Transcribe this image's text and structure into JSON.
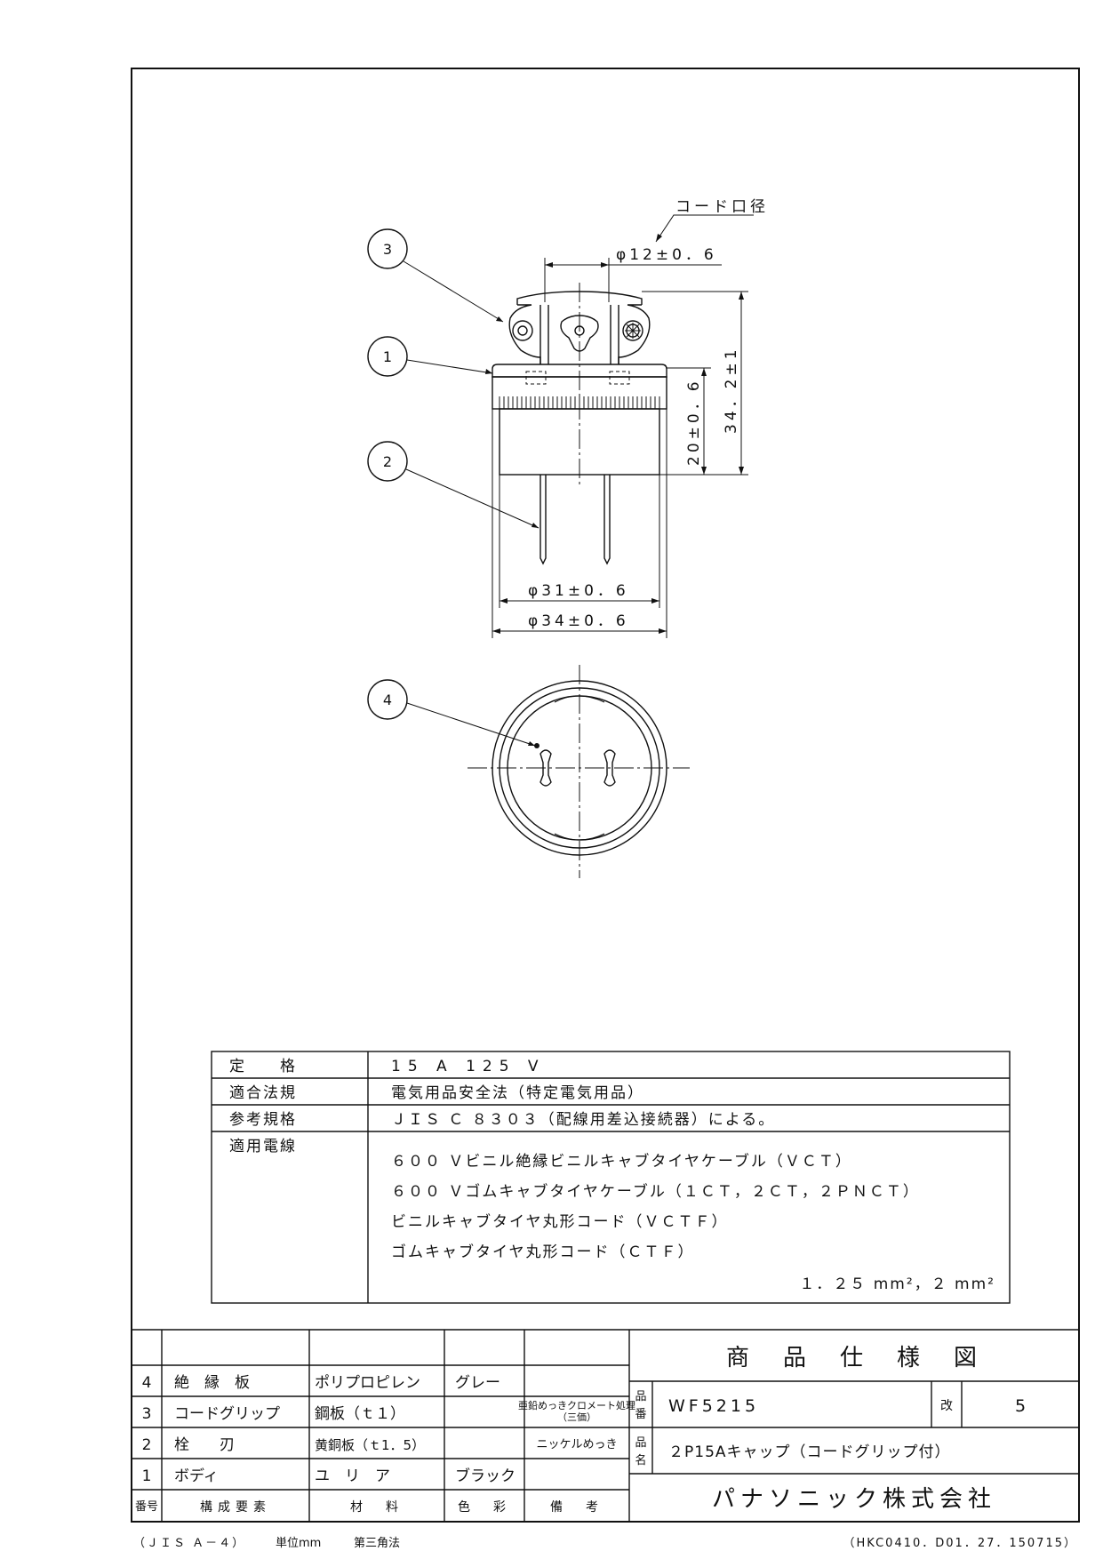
{
  "drawing": {
    "balloons": [
      "3",
      "1",
      "2",
      "4"
    ],
    "dims": {
      "cord_label": "コード口径",
      "cord_dia": "φ12±0．6",
      "height_total": "34．2±1",
      "height_body": "20±0．6",
      "dia_inner": "φ31±0．6",
      "dia_outer": "φ34±0．6"
    }
  },
  "spec_table": {
    "rows": [
      {
        "label": "定　　格",
        "lines": [
          "15 A 125 V"
        ]
      },
      {
        "label": "適合法規",
        "lines": [
          "電気用品安全法（特定電気用品）"
        ]
      },
      {
        "label": "参考規格",
        "lines": [
          "ＪＩＳ Ｃ ８３０３（配線用差込接続器）による。"
        ]
      },
      {
        "label": "適用電線",
        "lines": [
          "６００ Ｖビニル絶縁ビニルキャブタイヤケーブル（ＶＣＴ）",
          "６００ Ｖゴムキャブタイヤケーブル（１ＣＴ，２ＣＴ，２ＰＮＣＴ）",
          "ビニルキャブタイヤ丸形コード（ＶＣＴＦ）",
          "ゴムキャブタイヤ丸形コード（ＣＴＦ）"
        ],
        "extra": "１．２５ mm²，２ mm²"
      }
    ]
  },
  "parts_table": {
    "header": {
      "no": "番号",
      "component": "構成要素",
      "material": "材　料",
      "color": "色　彩",
      "remarks": "備　考"
    },
    "rows": [
      {
        "no": "4",
        "component": "絶　縁　板",
        "material": "ポリプロピレン",
        "color": "グレー",
        "remarks": ""
      },
      {
        "no": "3",
        "component": "コードグリップ",
        "material": "鋼板（ｔ１）",
        "color": "",
        "remarks": "亜鉛めっきクロメート処理",
        "remarks2": "（三価）"
      },
      {
        "no": "2",
        "component": "栓　　刃",
        "material": "黄銅板（ｔ1．5）",
        "color": "",
        "remarks": "ニッケルめっき"
      },
      {
        "no": "1",
        "component": "ボディ",
        "material": "ユ　リ　ア",
        "color": "ブラック",
        "remarks": ""
      }
    ]
  },
  "title_block": {
    "title": "商　品　仕　様　図",
    "part_no_label": "品番",
    "part_no": "WF5215",
    "rev_label": "改",
    "rev": "5",
    "name_label": "品名",
    "name": "２P15Aキャップ（コードグリップ付）",
    "company": "パナソニック株式会社"
  },
  "footer": {
    "left": "（ＪＩＳ Ａ－４）",
    "unit": "単位mm",
    "projection": "第三角法",
    "code": "（HKC0410．D01．27．150715）"
  }
}
